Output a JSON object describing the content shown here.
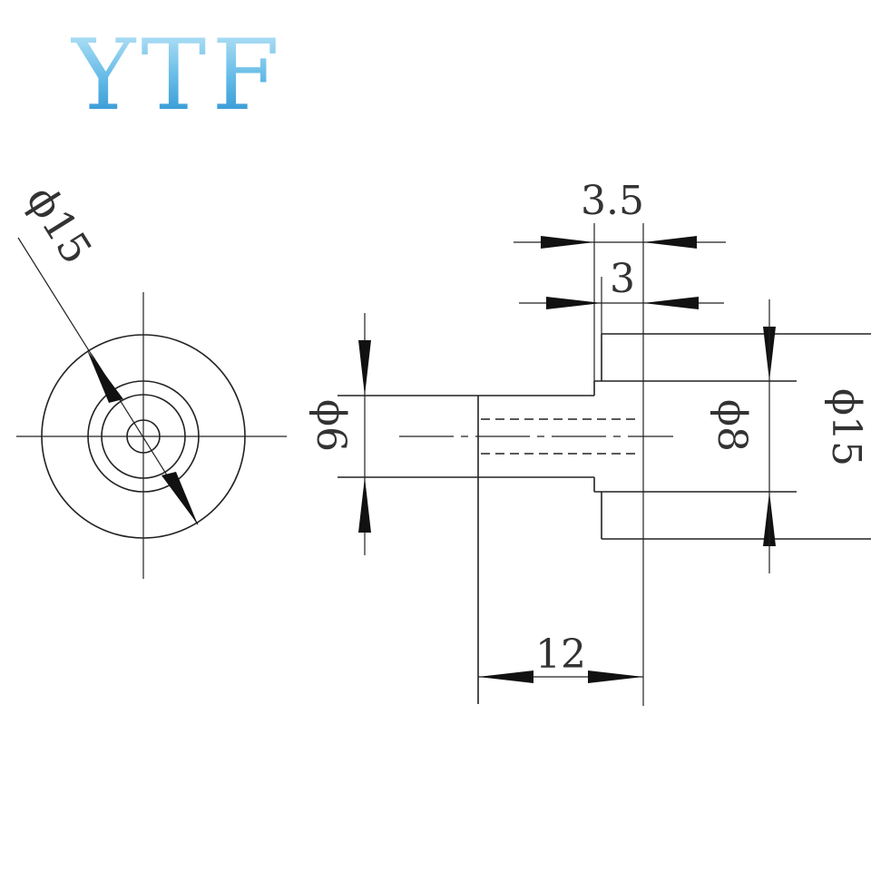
{
  "logo": {
    "text": "YTF"
  },
  "dimensions": {
    "front_outer_dia": "ϕ15",
    "shaft_dia": "ϕ6",
    "hub_dia": "ϕ8",
    "outer_dia": "ϕ15",
    "flange_width": "3.5",
    "flange_inner": "3",
    "hub_length": "12"
  }
}
